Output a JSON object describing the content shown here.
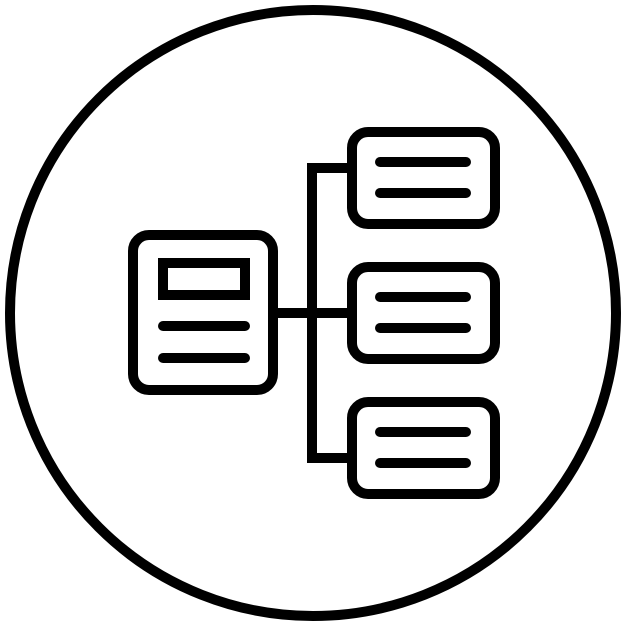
{
  "icon": {
    "name": "hierarchy-structure-icon",
    "stroke_color": "#000000",
    "background_color": "#ffffff",
    "parent_node": {
      "has_header_box": true,
      "text_lines": 2
    },
    "child_nodes": 3,
    "child_text_lines_each": 2
  }
}
